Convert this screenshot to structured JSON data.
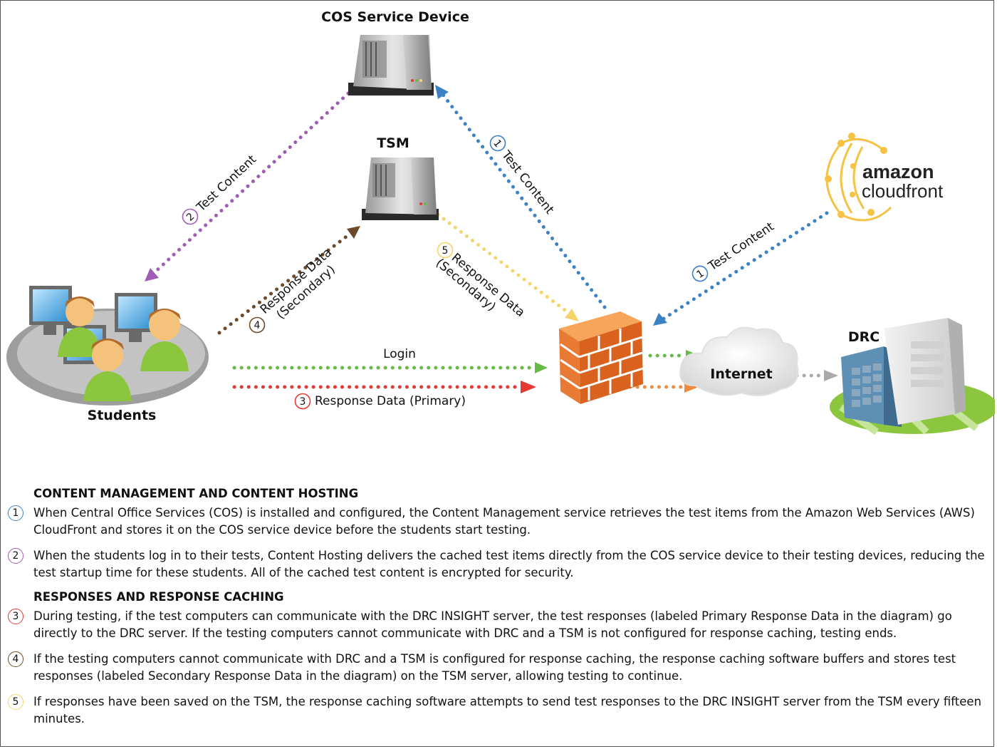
{
  "nodes": {
    "cos": "COS Service Device",
    "tsm": "TSM",
    "students": "Students",
    "internet": "Internet",
    "drc": "DRC",
    "amazon_brand": "amazon",
    "amazon_product": "cloudfront"
  },
  "edges": [
    {
      "num": "1",
      "label": "Test Content",
      "color": "#3b82c4"
    },
    {
      "num": "1",
      "label": "Test Content",
      "color": "#3b82c4"
    },
    {
      "num": "2",
      "label": "Test Content",
      "color": "#a05bb5"
    },
    {
      "num": "3",
      "label": "Response Data (Primary)",
      "color": "#e53935"
    },
    {
      "num": "4",
      "label_line1": "Response Data",
      "label_line2": "(Secondary)",
      "color": "#6b4a2b"
    },
    {
      "num": "5",
      "label_line1": "Response Data",
      "label_line2": "(Secondary)",
      "color": "#f6d36b"
    },
    {
      "label": "Login",
      "color": "#66bb44"
    }
  ],
  "colors": {
    "blue": "#3b82c4",
    "purple": "#a05bb5",
    "red": "#e53935",
    "brown": "#6b4a2b",
    "yellow": "#f6d36b",
    "green": "#66bb44",
    "orange": "#f08a3c",
    "gray": "#aaaaaa"
  },
  "legend": {
    "section1_title": "CONTENT MANAGEMENT AND CONTENT HOSTING",
    "section1_items": [
      {
        "num": "1",
        "color": "#3b82c4",
        "text": "When Central Office Services (COS) is installed and configured, the Content Management service retrieves the test items from the Amazon Web Services (AWS) CloudFront and stores it on the COS service device before the students start testing."
      },
      {
        "num": "2",
        "color": "#a05bb5",
        "text": "When the students log in to their tests, Content Hosting delivers the cached test items directly from the COS service device to their testing devices, reducing the test startup time for these students. All of the cached test content is encrypted for security."
      }
    ],
    "section2_title": "RESPONSES AND RESPONSE CACHING",
    "section2_items": [
      {
        "num": "3",
        "color": "#e53935",
        "text": "During testing, if the test computers can communicate with the DRC INSIGHT server, the test responses (labeled Primary Response Data in the diagram) go directly to the DRC server. If the testing computers cannot communicate with DRC and a TSM is not configured for response caching, testing ends."
      },
      {
        "num": "4",
        "color": "#6b4a2b",
        "text": "If the testing computers cannot communicate with DRC and a TSM is configured for response caching, the response caching software buffers and stores test responses (labeled Secondary Response Data in the diagram) on the TSM server, allowing testing to continue."
      },
      {
        "num": "5",
        "color": "#f6d36b",
        "text": "If responses have been saved on the TSM, the response caching software attempts to send test responses to the DRC INSIGHT server from the TSM every fifteen minutes."
      }
    ]
  }
}
